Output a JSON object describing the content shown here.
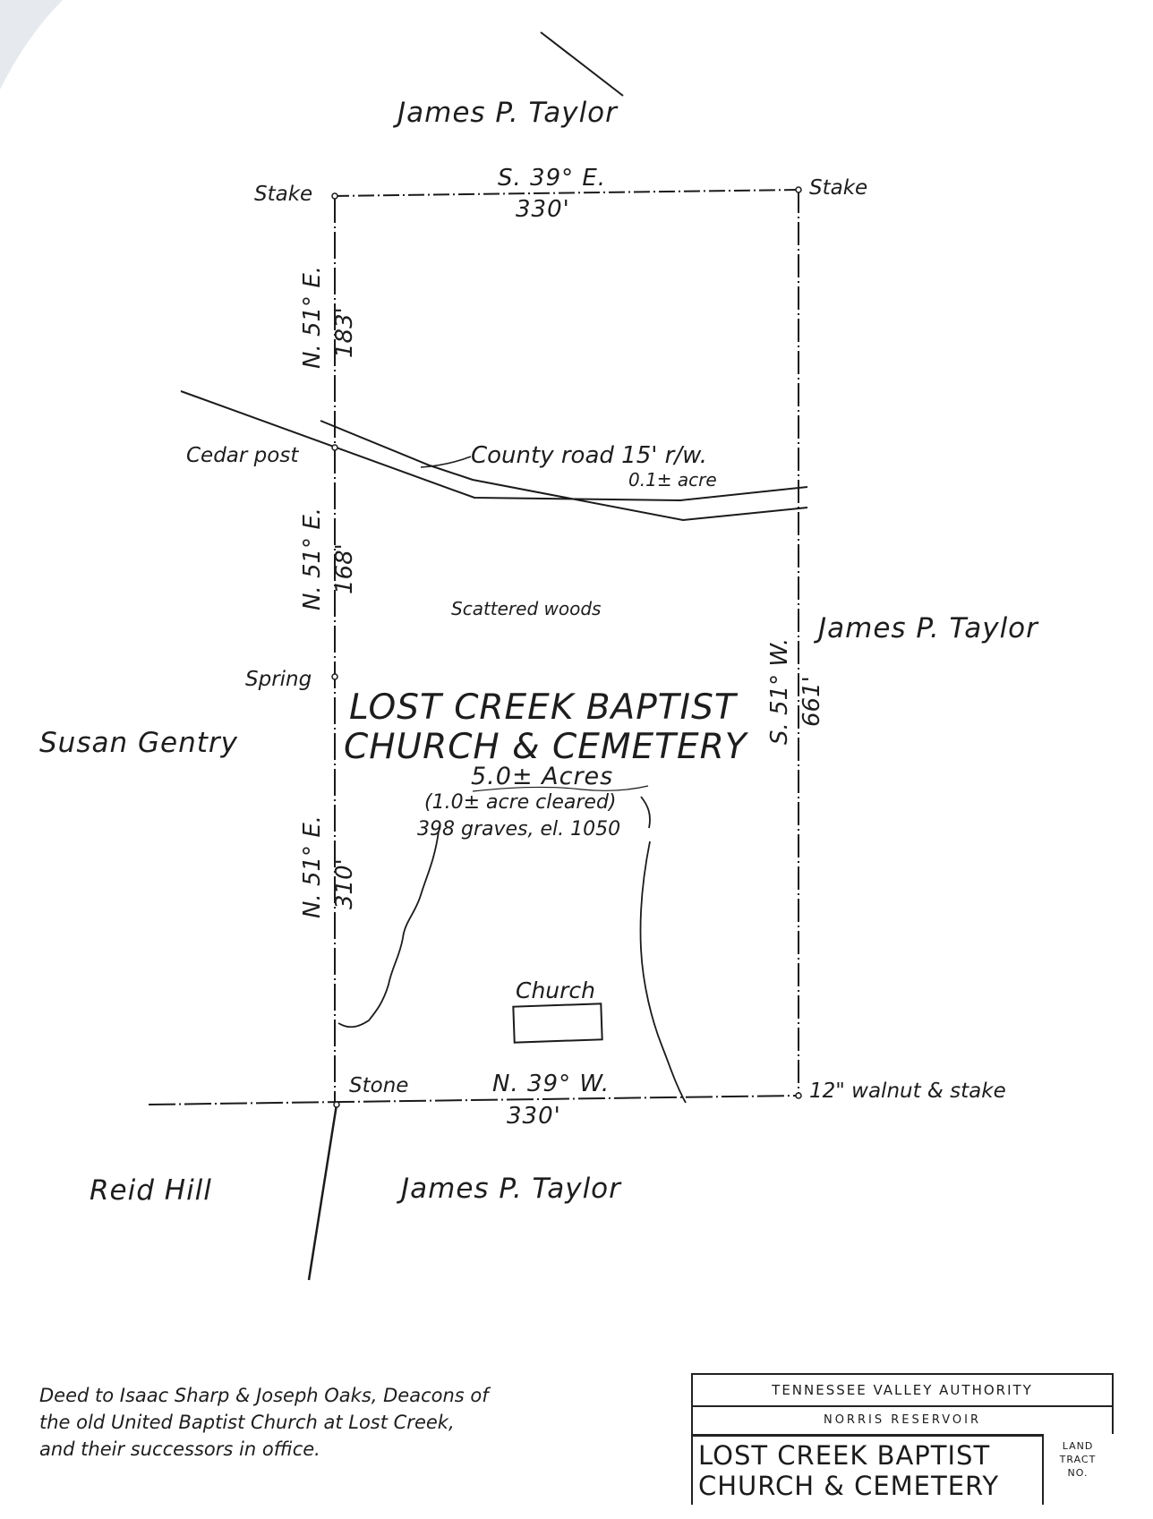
{
  "owners": {
    "north": "James P. Taylor",
    "east": "James P. Taylor",
    "south": "James P. Taylor",
    "west": "Susan Gentry",
    "southwest": "Reid Hill"
  },
  "corners": {
    "nw": "Stake",
    "ne": "Stake",
    "cedar": "Cedar post",
    "spring": "Spring",
    "sw": "Stone",
    "se": "12\" walnut & stake"
  },
  "bearings": {
    "north": {
      "bearing": "S. 39° E.",
      "distance": "330'"
    },
    "south": {
      "bearing": "N. 39° W.",
      "distance": "330'"
    },
    "west_upper": {
      "bearing": "N. 51° E.",
      "distance": "183'"
    },
    "west_middle": {
      "bearing": "N. 51° E.",
      "distance": "168'"
    },
    "west_lower": {
      "bearing": "N. 51° E.",
      "distance": "310'"
    },
    "east": {
      "bearing": "S. 51° W.",
      "distance": "661'"
    }
  },
  "features": {
    "road": "County road 15' r/w.",
    "road_area": "0.1± acre",
    "woods": "Scattered woods",
    "church": "Church"
  },
  "tract": {
    "name_line1": "LOST CREEK BAPTIST",
    "name_line2": "CHURCH & CEMETERY",
    "acres": "5.0± Acres",
    "cleared": "(1.0± acre cleared)",
    "graves": "398 graves, el. 1050"
  },
  "note_lines": [
    "Deed to Isaac Sharp & Joseph Oaks, Deacons of",
    "the old United Baptist Church at Lost Creek,",
    "and their successors in office."
  ],
  "title_block": {
    "agency": "TENNESSEE VALLEY AUTHORITY",
    "reservoir": "NORRIS RESERVOIR",
    "name_line1": "LOST CREEK BAPTIST",
    "name_line2": "CHURCH & CEMETERY",
    "tract_line1": "LAND",
    "tract_line2": "TRACT",
    "tract_line3": "NO."
  },
  "colors": {
    "ink": "#1b1b1b",
    "paper": "#ffffff"
  }
}
